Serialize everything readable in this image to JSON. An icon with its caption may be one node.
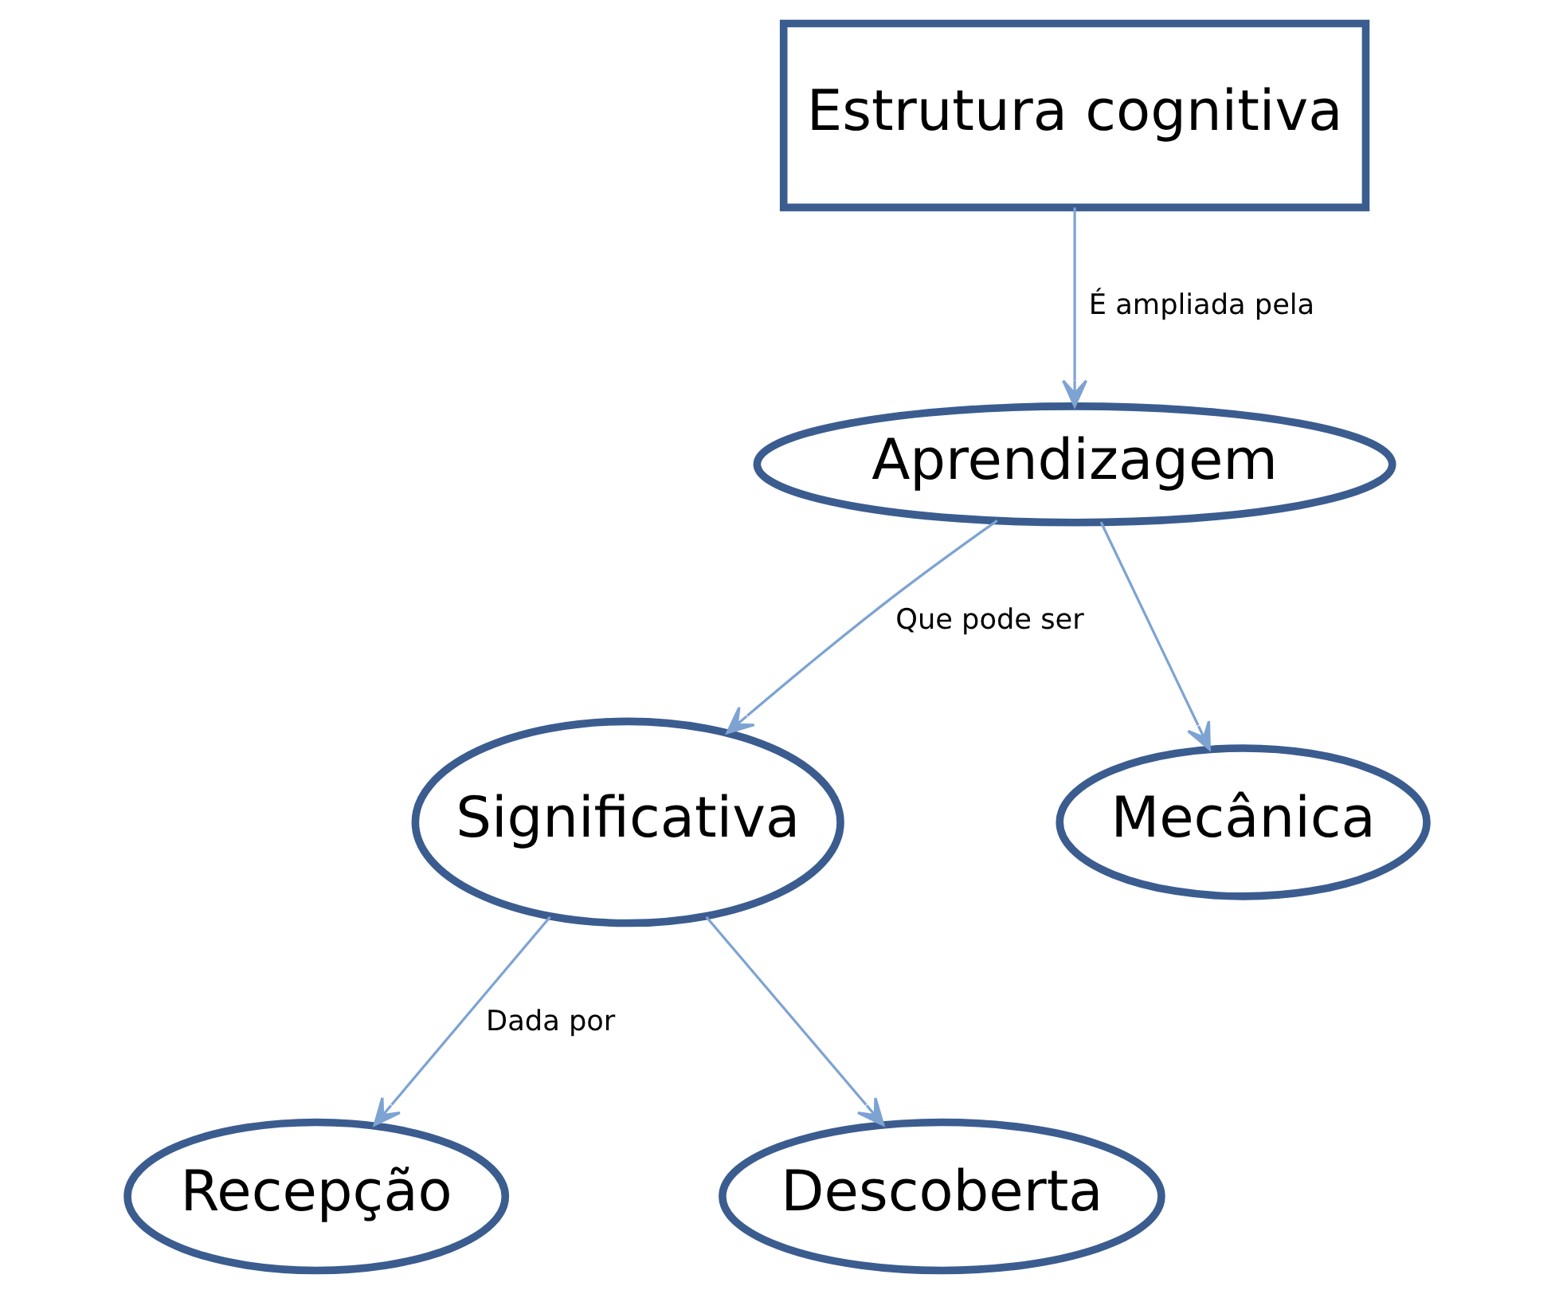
{
  "diagram": {
    "nodes": [
      {
        "text": [
          "Estrutura cognitiva"
        ]
      },
      {
        "text": [
          "Aprendizagem"
        ]
      },
      {
        "text": [
          "Significativa"
        ]
      },
      {
        "text": [
          "Mecânica"
        ]
      },
      {
        "text": [
          "Recepção"
        ]
      },
      {
        "text": [
          "Descoberta"
        ]
      }
    ],
    "edges": [
      {
        "from": 0,
        "to": 1,
        "arrow": "to",
        "label": "É ampliada pela"
      },
      {
        "from": 1,
        "to": 2,
        "arrow": "to",
        "label": "Que pode ser"
      },
      {
        "from": 1,
        "to": 3,
        "arrow": "to"
      },
      {
        "from": 2,
        "to": 4,
        "arrow": "to",
        "label": "Dada por"
      },
      {
        "from": 2,
        "to": 5,
        "arrow": "to"
      }
    ]
  }
}
